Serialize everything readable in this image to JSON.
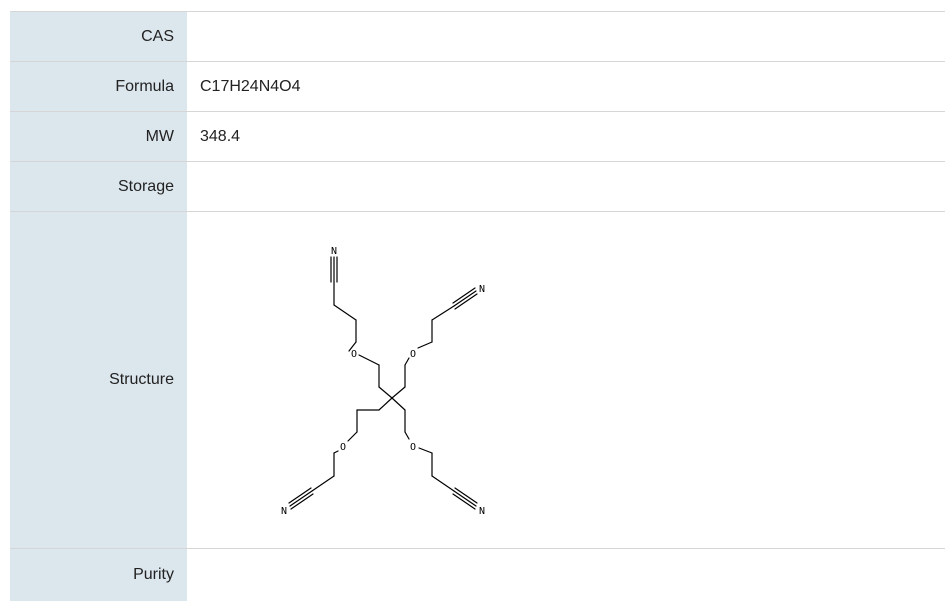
{
  "properties": {
    "cas": {
      "label": "CAS",
      "value": ""
    },
    "formula": {
      "label": "Formula",
      "value": "C17H24N4O4"
    },
    "mw": {
      "label": "MW",
      "value": "348.4"
    },
    "storage": {
      "label": "Storage",
      "value": ""
    },
    "structure": {
      "label": "Structure",
      "atoms": {
        "oxygen": "O",
        "nitrogen": "N"
      }
    },
    "purity": {
      "label": "Purity",
      "value": ""
    }
  },
  "colors": {
    "label_bg": "#dce6ed",
    "border": "#d6d6d6",
    "bond": "#000000"
  }
}
